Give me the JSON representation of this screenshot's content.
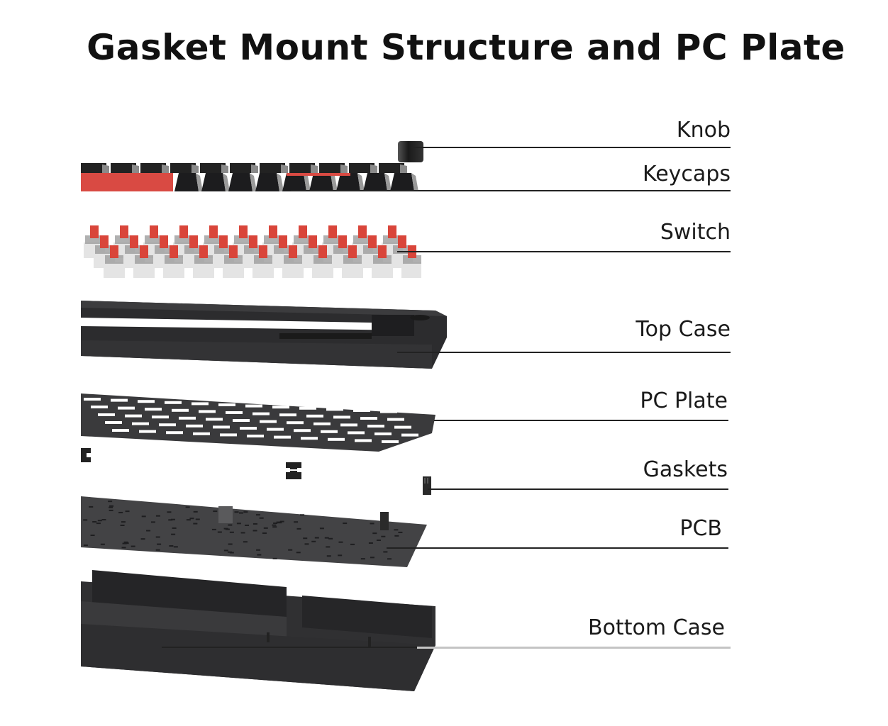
{
  "title": "Gasket Mount Structure and PC Plate",
  "colors": {
    "switch_stem": "#d9453a",
    "keycap_red": "#d94a43",
    "keycap_black": "#1c1c1e",
    "case_dark": "#2d2d2f",
    "plate": "#3a3a3c",
    "leader_line": "#222222"
  },
  "layers": [
    {
      "id": "knob",
      "label": "Knob"
    },
    {
      "id": "keycaps",
      "label": "Keycaps"
    },
    {
      "id": "switch",
      "label": "Switch"
    },
    {
      "id": "top-case",
      "label": "Top Case"
    },
    {
      "id": "pc-plate",
      "label": "PC Plate"
    },
    {
      "id": "gaskets",
      "label": "Gaskets"
    },
    {
      "id": "pcb",
      "label": "PCB"
    },
    {
      "id": "bottom-case",
      "label": "Bottom Case"
    }
  ]
}
